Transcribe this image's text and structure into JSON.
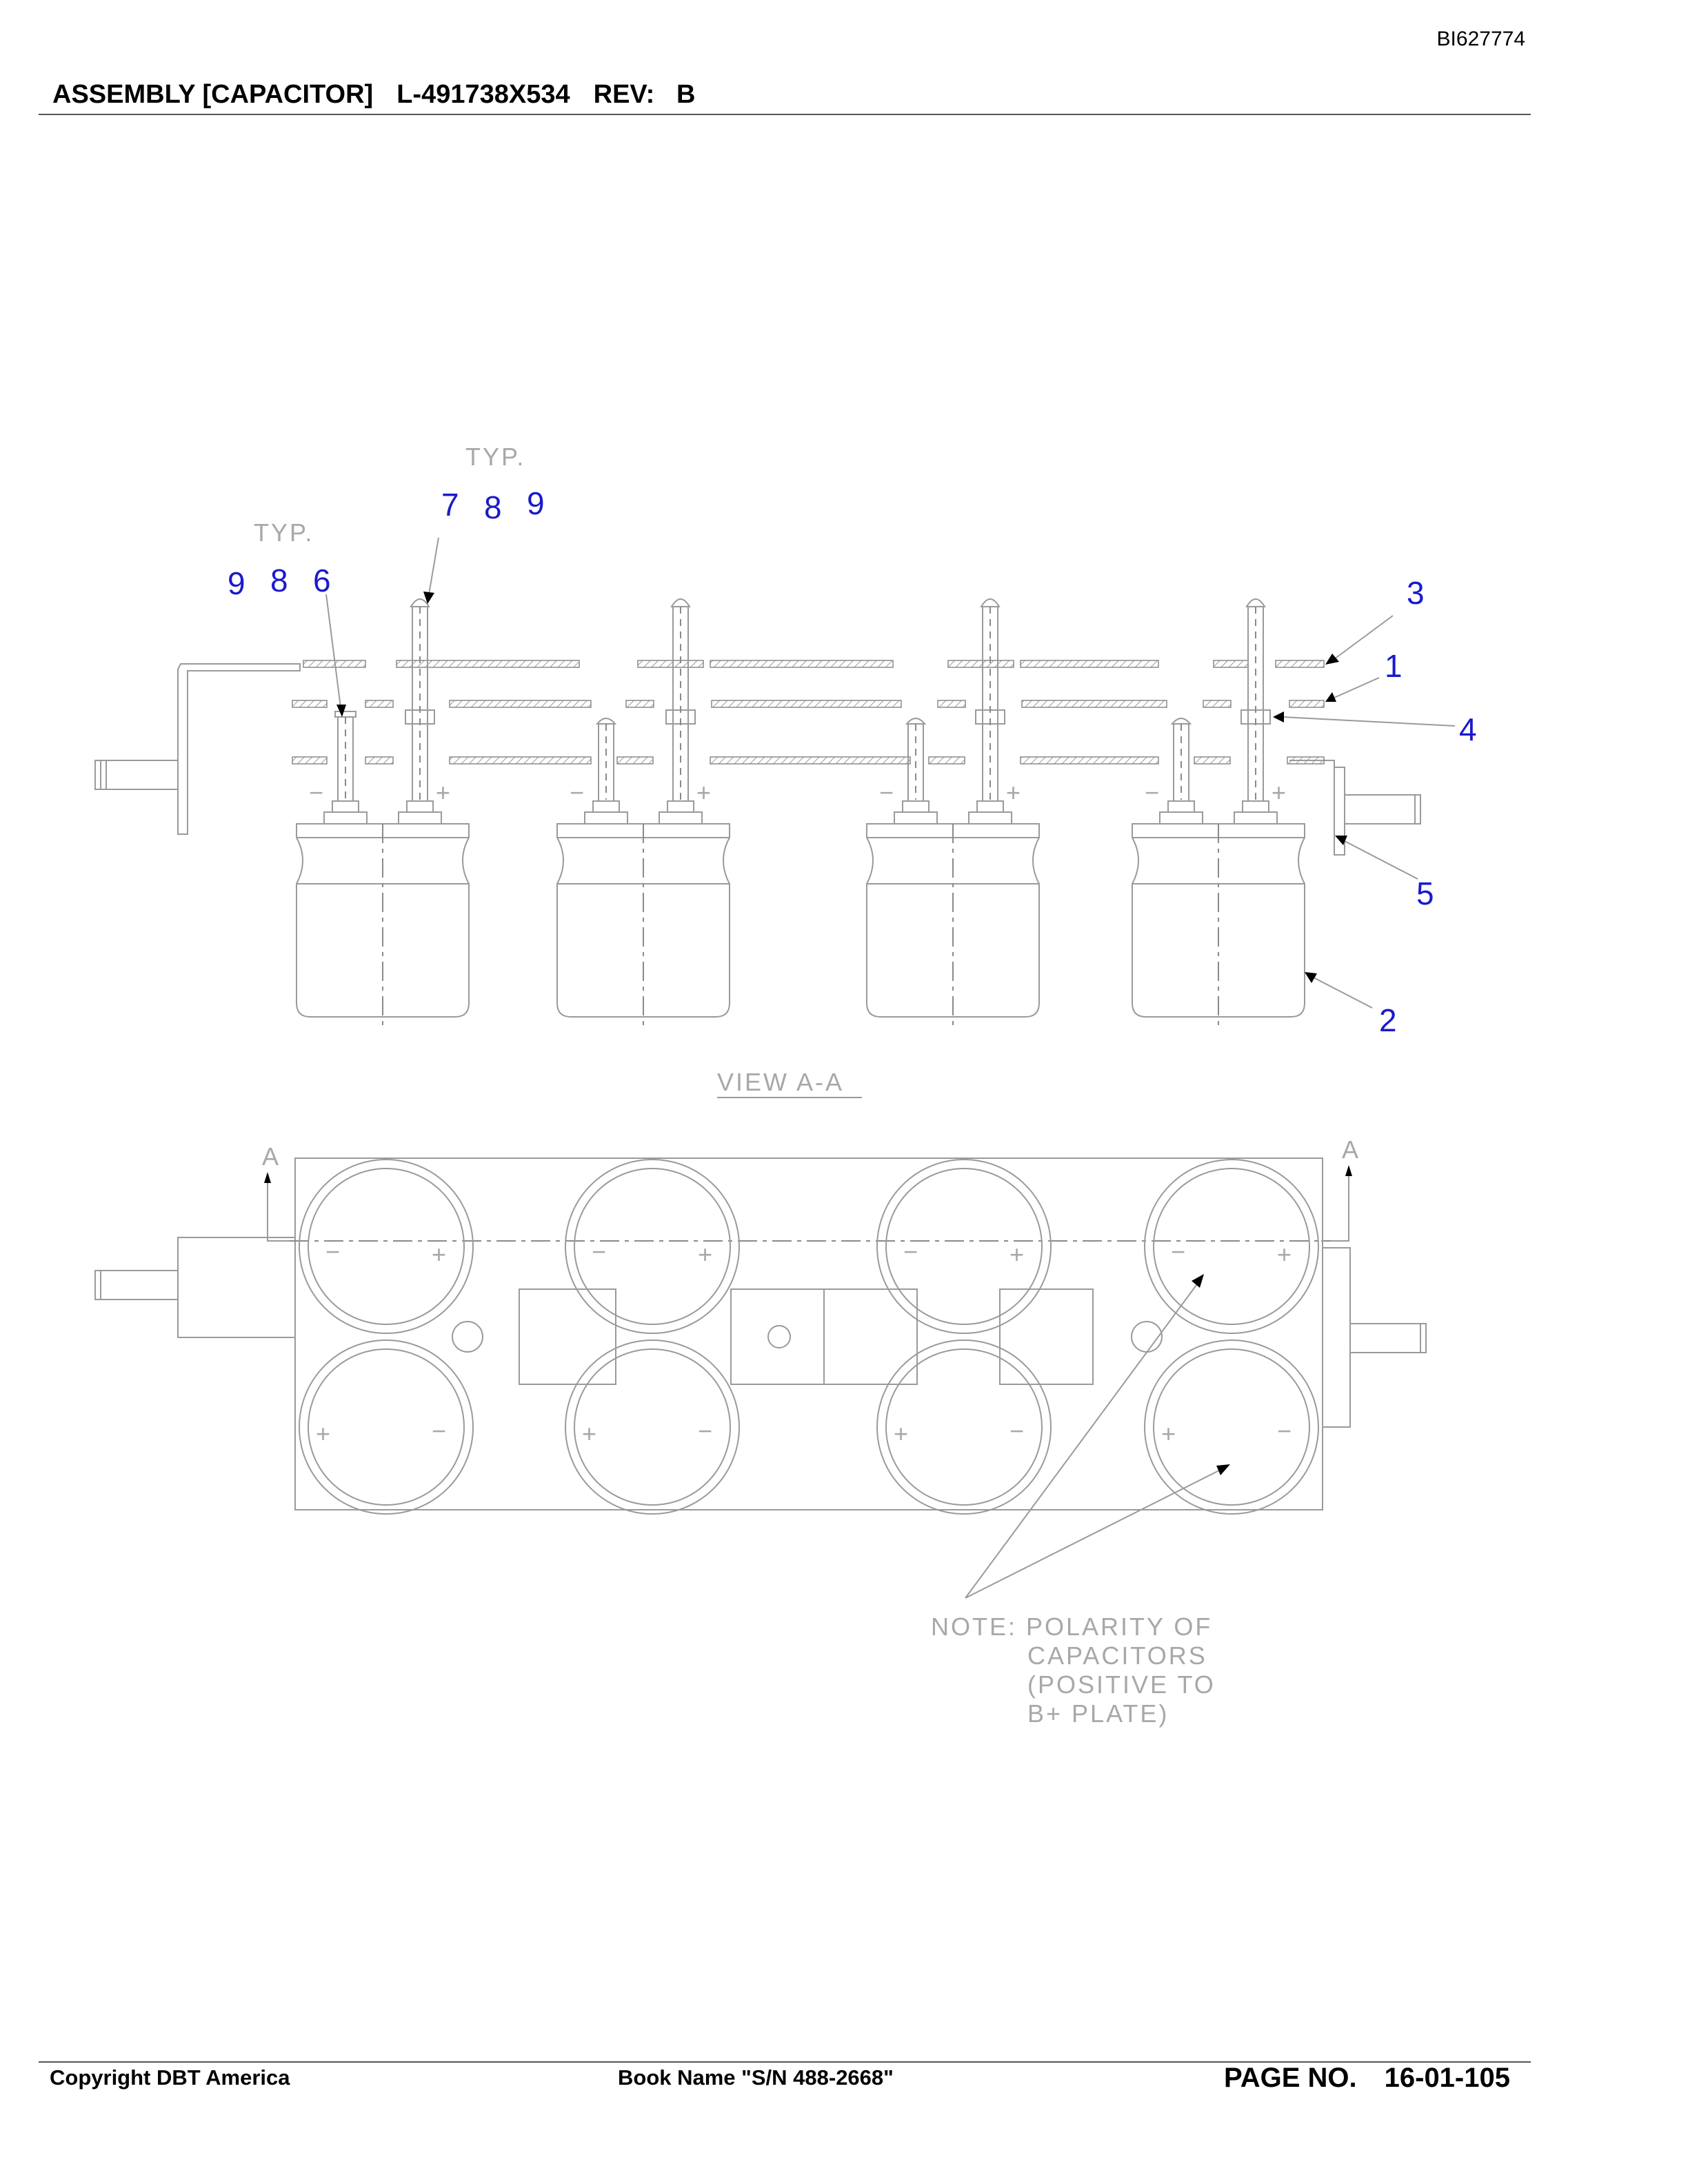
{
  "document": {
    "doc_id": "BI627774",
    "header": {
      "assembly": "ASSEMBLY [CAPACITOR]",
      "part_number": "L-491738X534",
      "revision": "REV:   B"
    },
    "footer": {
      "copyright": "Copyright DBT America",
      "book_name": "Book Name \"S/N 488-2668\"",
      "page_label": "PAGE NO.",
      "page_number": "16-01-105"
    }
  },
  "drawing": {
    "callouts": [
      {
        "id": "c7",
        "text": "7"
      },
      {
        "id": "c8a",
        "text": "8"
      },
      {
        "id": "c9a",
        "text": "9"
      },
      {
        "id": "c9b",
        "text": "9"
      },
      {
        "id": "c8b",
        "text": "8"
      },
      {
        "id": "c6",
        "text": "6"
      },
      {
        "id": "c3",
        "text": "3"
      },
      {
        "id": "c1",
        "text": "1"
      },
      {
        "id": "c4",
        "text": "4"
      },
      {
        "id": "c5",
        "text": "5"
      },
      {
        "id": "c2",
        "text": "2"
      }
    ],
    "typ_labels": [
      "TYP.",
      "TYP."
    ],
    "view_label": "VIEW  A-A",
    "section_markers": [
      "A",
      "A"
    ],
    "note_lines": [
      "NOTE:  POLARITY  OF",
      "CAPACITORS",
      "(POSITIVE  TO",
      "B+  PLATE)"
    ],
    "polarity_symbols": {
      "minus": "−",
      "plus": "+"
    },
    "line_color": "#9a9a9a",
    "callout_color": "#1a1acc"
  }
}
